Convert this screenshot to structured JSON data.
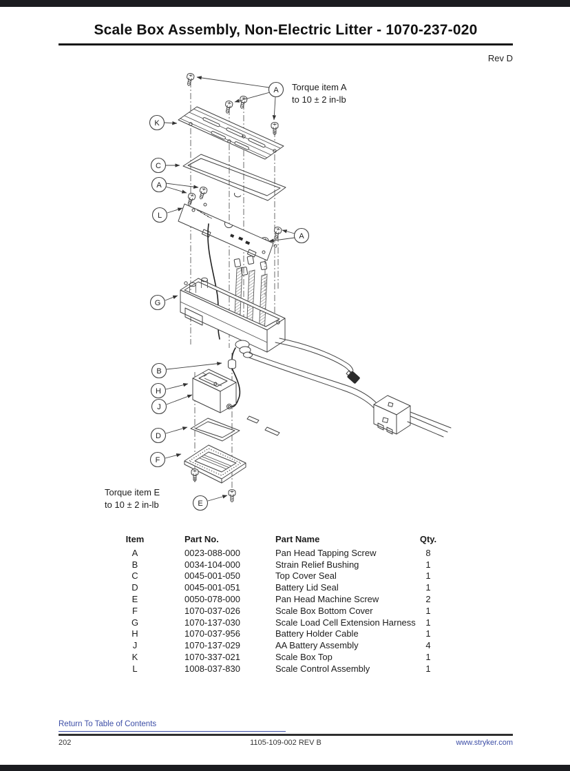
{
  "page": {
    "title": "Scale Box Assembly, Non-Electric Litter - 1070-237-020",
    "revision": "Rev D"
  },
  "colors": {
    "link_blue": "#3c4da6",
    "ink": "#1c1c1c",
    "line_art": "#404040"
  },
  "diagram": {
    "torque_a": {
      "line1": "Torque item A",
      "line2": "to 10 ± 2 in-lb"
    },
    "torque_e": {
      "line1": "Torque item E",
      "line2": "to 10 ± 2 in-lb"
    },
    "callouts": {
      "a": "A",
      "b": "B",
      "c": "C",
      "d": "D",
      "e": "E",
      "f": "F",
      "g": "G",
      "h": "H",
      "j": "J",
      "k": "K",
      "l": "L"
    }
  },
  "parts_table": {
    "headers": {
      "item": "Item",
      "part_no": "Part No.",
      "part_name": "Part Name",
      "qty": "Qty."
    },
    "rows": [
      {
        "item": "A",
        "part_no": "0023-088-000",
        "part_name": "Pan Head Tapping Screw",
        "qty": "8"
      },
      {
        "item": "B",
        "part_no": "0034-104-000",
        "part_name": "Strain Relief Bushing",
        "qty": "1"
      },
      {
        "item": "C",
        "part_no": "0045-001-050",
        "part_name": "Top Cover Seal",
        "qty": "1"
      },
      {
        "item": "D",
        "part_no": "0045-001-051",
        "part_name": "Battery Lid Seal",
        "qty": "1"
      },
      {
        "item": "E",
        "part_no": "0050-078-000",
        "part_name": "Pan Head Machine Screw",
        "qty": "2"
      },
      {
        "item": "F",
        "part_no": "1070-037-026",
        "part_name": "Scale Box Bottom Cover",
        "qty": "1"
      },
      {
        "item": "G",
        "part_no": "1070-137-030",
        "part_name": "Scale Load Cell Extension Harness",
        "qty": "1"
      },
      {
        "item": "H",
        "part_no": "1070-037-956",
        "part_name": "Battery Holder Cable",
        "qty": "1"
      },
      {
        "item": "J",
        "part_no": "1070-137-029",
        "part_name": "AA Battery Assembly",
        "qty": "4"
      },
      {
        "item": "K",
        "part_no": "1070-337-021",
        "part_name": "Scale Box Top",
        "qty": "1"
      },
      {
        "item": "L",
        "part_no": "1008-037-830",
        "part_name": "Scale Control Assembly",
        "qty": "1"
      }
    ]
  },
  "footer": {
    "toc_link": "Return To Table of Contents",
    "page_number": "202",
    "doc_ref": "1105-109-002 REV B",
    "website": "www.stryker.com"
  }
}
